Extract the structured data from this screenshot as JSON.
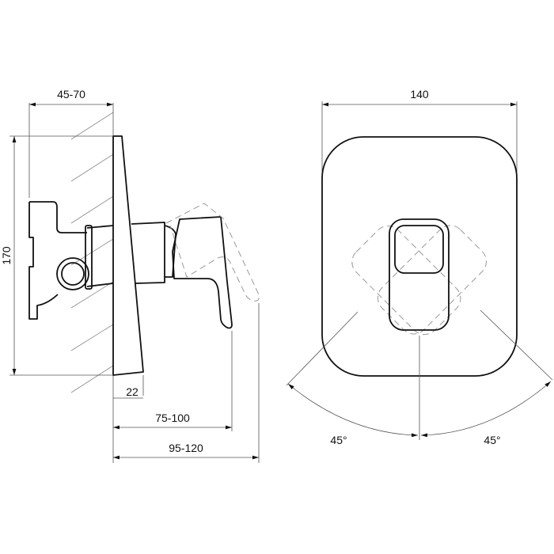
{
  "side_view": {
    "dimensions": {
      "depth_in_wall": "45-70",
      "height": "170",
      "plate_thickness": "22",
      "lever_projection": "75-100",
      "total_projection": "95-120"
    }
  },
  "front_view": {
    "dimensions": {
      "width": "140",
      "rotation_left": "45°",
      "rotation_right": "45°"
    }
  }
}
